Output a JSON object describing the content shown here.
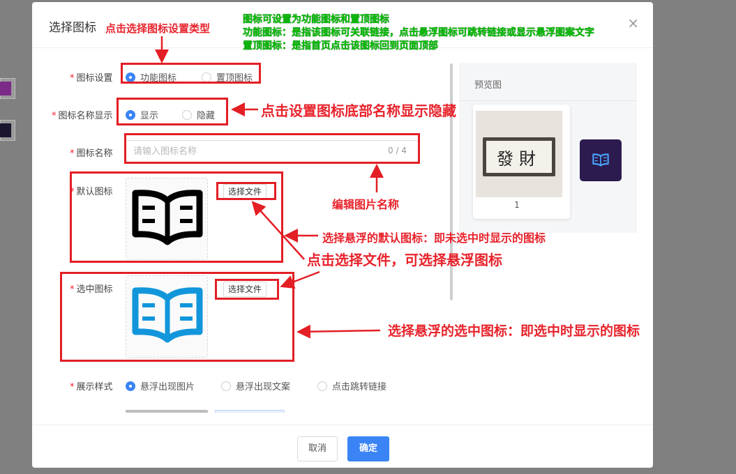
{
  "dialog": {
    "title": "选择图标",
    "close_symbol": "×",
    "cancel_label": "取消",
    "confirm_label": "确定"
  },
  "form": {
    "icon_type": {
      "label": "图标设置",
      "options": [
        "功能图标",
        "置顶图标"
      ],
      "selected": "功能图标"
    },
    "name_display": {
      "label": "图标名称显示",
      "options": [
        "显示",
        "隐藏"
      ],
      "selected": "显示"
    },
    "icon_name": {
      "label": "图标名称",
      "placeholder": "请输入图标名称",
      "value": "",
      "counter": "0 / 4"
    },
    "default_icon": {
      "label": "默认图标",
      "button_label": "选择文件",
      "icon": "book-icon",
      "color": "#000000"
    },
    "selected_icon": {
      "label": "选中图标",
      "button_label": "选择文件",
      "icon": "book-icon",
      "color": "#1296db"
    },
    "display_style": {
      "label": "展示样式",
      "options": [
        "悬浮出现图片",
        "悬浮出现文案",
        "点击跳转链接"
      ],
      "selected": "悬浮出现图片"
    }
  },
  "preview": {
    "title": "预览图",
    "item_number": "1",
    "image_text": "發財",
    "float_icon": "book-icon",
    "float_icon_bg": "#2c1b4f"
  },
  "annotations": {
    "select_type": "点击选择图标设置类型",
    "green_line1": "图标可设置为功能图标和置顶图标",
    "green_line2": "功能图标：是指该图标可关联链接，点击悬浮图标可跳转链接或显示悬浮图案文字",
    "green_line3": "置顶图标：是指首页点击该图标回到页面顶部",
    "name_toggle": "点击设置图标底部名称显示隐藏",
    "edit_name": "编辑图片名称",
    "default_hover": "选择悬浮的默认图标：即未选中时显示的图标",
    "choose_file": "点击选择文件，可选择悬浮图标",
    "selected_hover": "选择悬浮的选中图标：即选中时显示的图标"
  },
  "colors": {
    "primary": "#3a84f5",
    "annotation_red": "#e8232c",
    "annotation_green": "#00c000",
    "background_swatch_1": "#7b2a87",
    "background_swatch_2": "#1b1530"
  }
}
